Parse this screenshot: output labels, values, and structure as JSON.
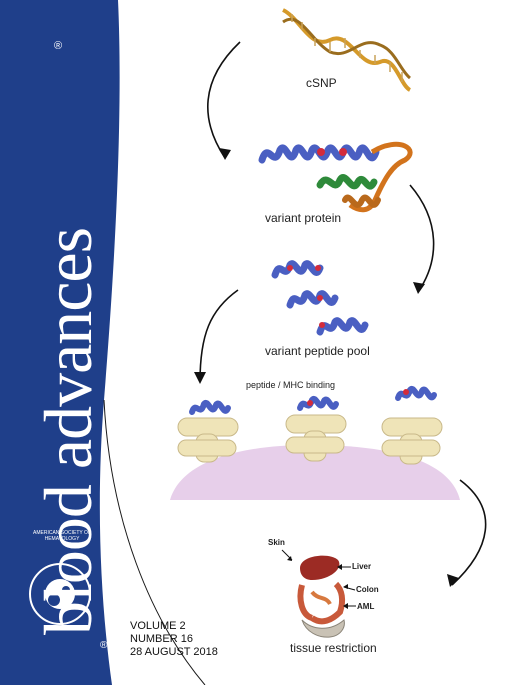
{
  "journal": {
    "title": "blood advances",
    "registered_mark": "®",
    "society_name": "AMERICAN SOCIETY OF HEMATOLOGY"
  },
  "issue": {
    "volume": "VOLUME 2",
    "number": "NUMBER 16",
    "date": "28 AUGUST 2018"
  },
  "figure": {
    "steps": [
      "cSNP",
      "variant protein",
      "variant peptide pool",
      "peptide / MHC binding",
      "tissue restriction"
    ],
    "organ_labels": [
      "Skin",
      "Liver",
      "Colon",
      "AML"
    ]
  },
  "colors": {
    "band_blue": "#1f3f8a",
    "helix_blue": "#4a5fc2",
    "variant_red": "#d32b3b",
    "mhc_cream": "#efe4b8",
    "membrane": "#e7cfea"
  }
}
